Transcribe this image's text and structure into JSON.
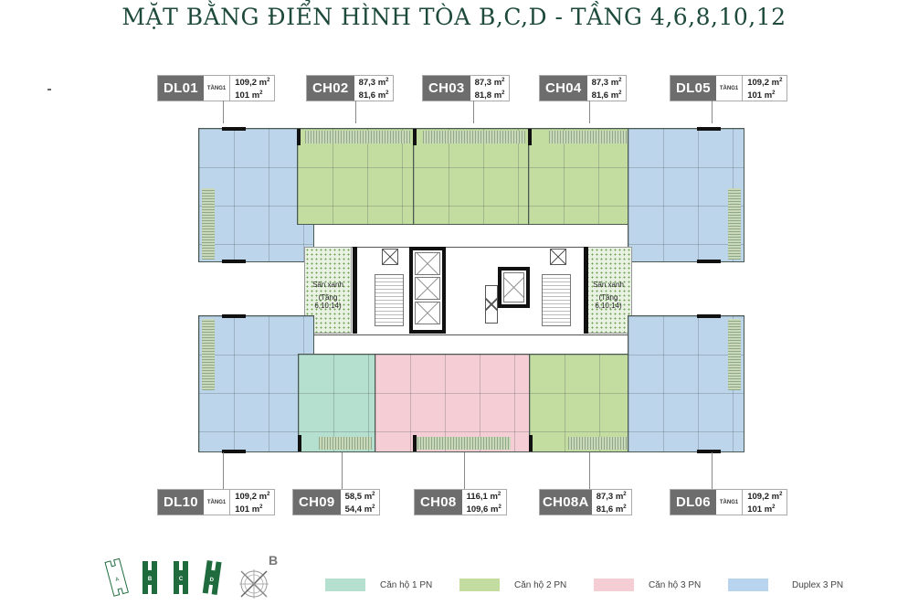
{
  "title": "MẶT BẰNG ĐIỂN HÌNH TÒA B,C,D - TẦNG 4,6,8,10,12",
  "units_top": [
    {
      "code": "DL01",
      "floor": "TẦNG1",
      "area1": "109,2 m",
      "area2": "101 m",
      "type": "Duplex 3 PN"
    },
    {
      "code": "CH02",
      "area1": "87,3 m",
      "area2": "81,6 m",
      "type": "Căn hộ 2 PN"
    },
    {
      "code": "CH03",
      "area1": "87,3 m",
      "area2": "81,8 m",
      "type": "Căn hộ 2 PN"
    },
    {
      "code": "CH04",
      "area1": "87,3 m",
      "area2": "81,6 m",
      "type": "Căn hộ 2 PN"
    },
    {
      "code": "DL05",
      "floor": "TẦNG1",
      "area1": "109,2 m",
      "area2": "101 m",
      "type": "Duplex 3 PN"
    }
  ],
  "units_bottom": [
    {
      "code": "DL10",
      "floor": "TẦNG1",
      "area1": "109,2 m",
      "area2": "101 m",
      "type": "Duplex 3 PN"
    },
    {
      "code": "CH09",
      "area1": "58,5 m",
      "area2": "54,4 m",
      "type": "Căn hộ 1 PN"
    },
    {
      "code": "CH08",
      "area1": "116,1 m",
      "area2": "109,6 m",
      "type": "Căn hộ 3 PN"
    },
    {
      "code": "CH08A",
      "area1": "87,3 m",
      "area2": "81,6 m",
      "type": "Căn hộ 2 PN"
    },
    {
      "code": "DL06",
      "floor": "TẦNG1",
      "area1": "109,2 m",
      "area2": "101 m",
      "type": "Duplex 3 PN"
    }
  ],
  "unit_sq": "2",
  "green_yard": {
    "label1": "Sân xanh",
    "label2": "(Tầng 6,10,14)"
  },
  "legend": [
    {
      "label": "Căn hộ 1 PN",
      "color": "#b5dfcf"
    },
    {
      "label": "Căn hộ 2 PN",
      "color": "#c3dca0"
    },
    {
      "label": "Căn hộ 3 PN",
      "color": "#f5cdd4"
    },
    {
      "label": "Duplex 3 PN",
      "color": "#bcd5ea"
    }
  ],
  "blocks": [
    {
      "label": "A",
      "active": false
    },
    {
      "label": "B",
      "active": true
    },
    {
      "label": "C",
      "active": true
    },
    {
      "label": "D",
      "active": true
    }
  ],
  "compass": {
    "label": "B",
    "icon": "compass-rose-icon"
  },
  "colors": {
    "title": "#1d4a3a",
    "block_green": "#1f6b3e",
    "tag_bg": "#6d6d6d"
  }
}
